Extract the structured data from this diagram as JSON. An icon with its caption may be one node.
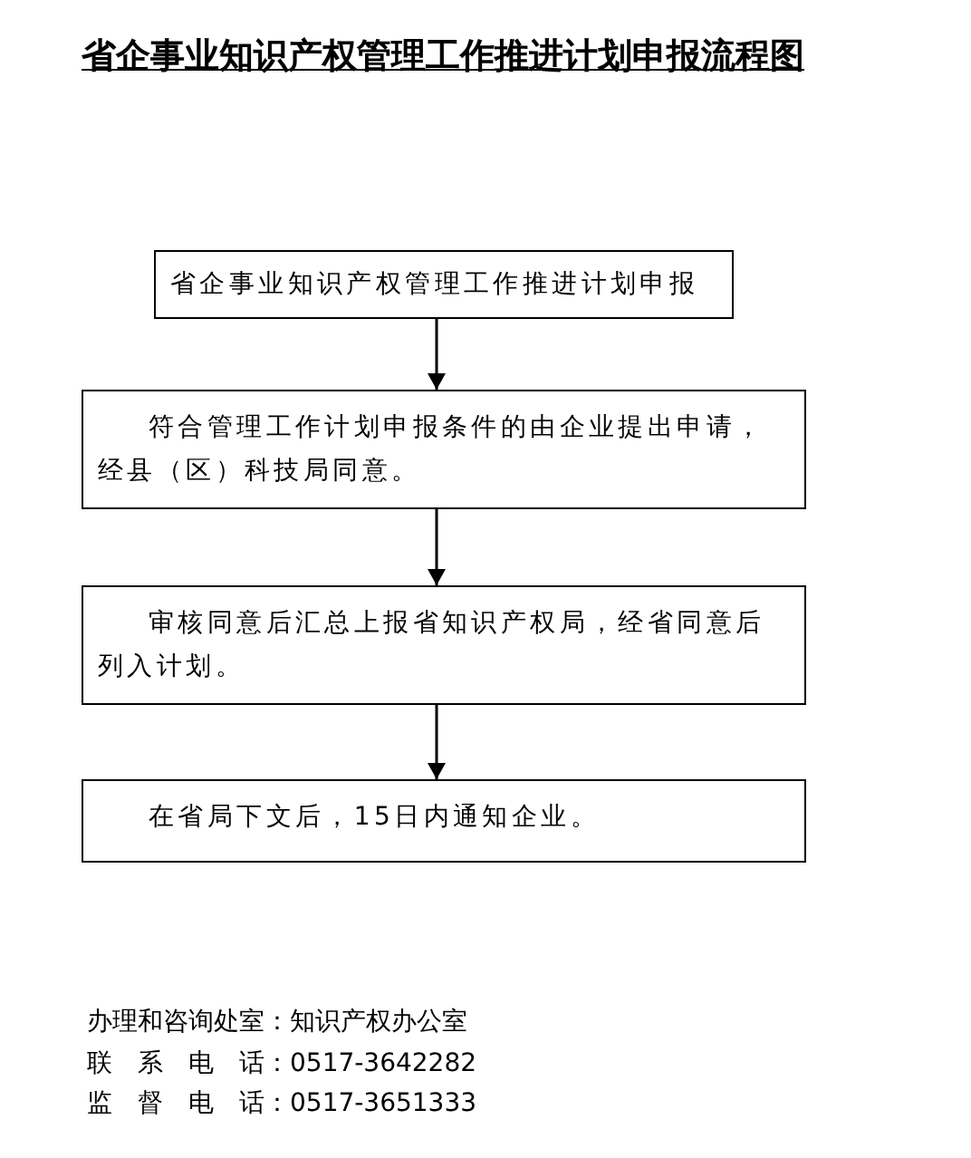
{
  "diagram": {
    "title": "省企事业知识产权管理工作推进计划申报流程图",
    "nodes": [
      {
        "text": [
          "省企事业知识产权管理工作推进计划申报"
        ]
      },
      {
        "text": [
          "符合管理工作计划申报条件的由企业提出申请，经县（区）科技局同意。"
        ]
      },
      {
        "text": [
          "审核同意后汇总上报省知识产权局，经省同意后列入计划。"
        ]
      },
      {
        "text": [
          "在省局下文后，15日内通知企业。"
        ]
      }
    ],
    "edges": [
      {
        "from": 0,
        "to": 1,
        "arrow": "to"
      },
      {
        "from": 1,
        "to": 2,
        "arrow": "to"
      },
      {
        "from": 2,
        "to": 3,
        "arrow": "to"
      }
    ],
    "labels": [
      "办理和咨询处室：知识产权办公室",
      "联　系　电　话：0517-3642282",
      "监　督　电　话：0517-3651333"
    ]
  }
}
